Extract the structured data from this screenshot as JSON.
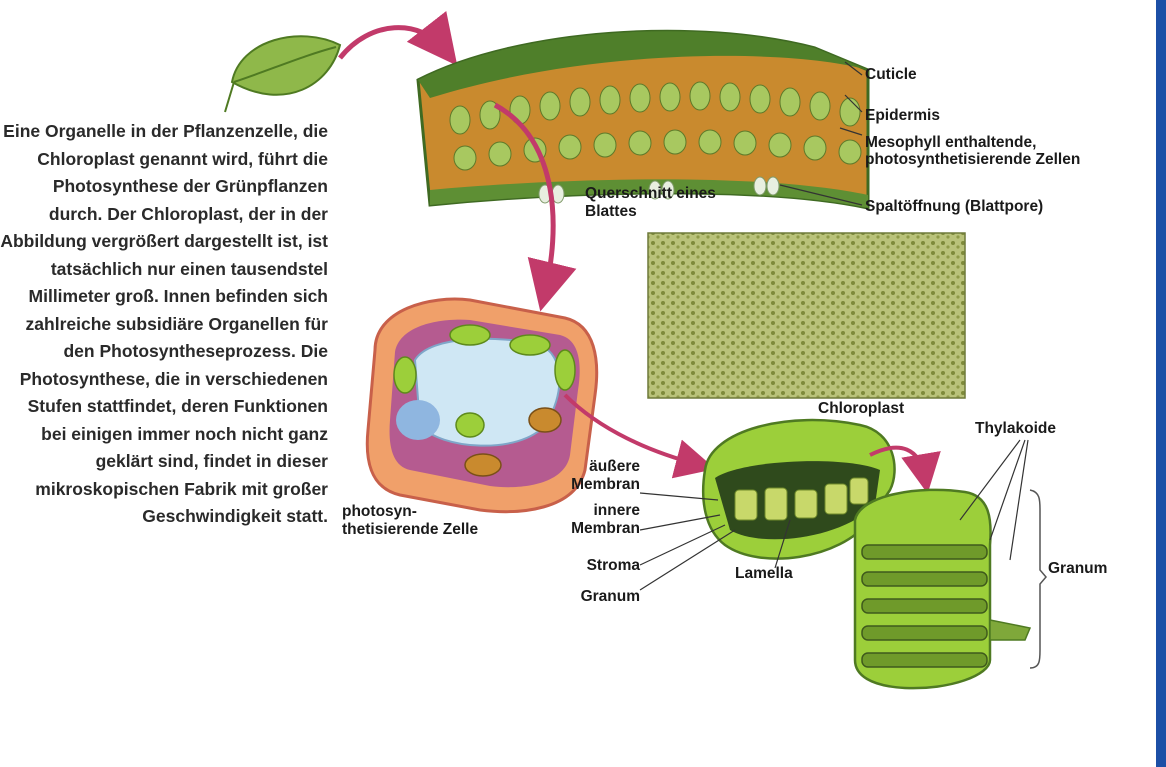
{
  "paragraph": "Eine Organelle in der Pflanzenzelle, die Chloroplast genannt wird, führt die Photosynthese der Grünpflanzen durch. Der Chloroplast, der in der Abbildung vergrößert dargestellt ist, ist tatsächlich nur einen tausendstel Millimeter groß. Innen befinden sich zahlreiche subsidiäre Organellen für den Photosyntheseprozess. Die Photosynthese, die in verschiedenen Stufen stattfindet, deren Funktionen bei einigen immer noch nicht ganz geklärt sind, findet in dieser mikroskopischen Fabrik mit großer Geschwindigkeit statt.",
  "labels": {
    "cuticle": "Cuticle",
    "epidermis": "Epidermis",
    "mesophyll_1": "Mesophyll enthaltende,",
    "mesophyll_2": "photosynthetisierende Zellen",
    "leaf_section_1": "Querschnitt eines",
    "leaf_section_2": "Blattes",
    "stomata": "Spaltöffnung  (Blattpore)",
    "chloroplast": "Chloroplast",
    "thylakoids": "Thylakoide",
    "outer_membrane_1": "äußere",
    "outer_membrane_2": "Membran",
    "inner_membrane_1": "innere",
    "inner_membrane_2": "Membran",
    "stroma": "Stroma",
    "granum_left": "Granum",
    "lamella": "Lamella",
    "granum_right": "Granum",
    "cell_1": "photosyn-",
    "cell_2": "thetisierende Zelle"
  },
  "colors": {
    "text": "#1a1a1a",
    "arrow": "#c23a6a",
    "leaf_green": "#7fa83a",
    "edge_blue": "#1c4fa6"
  }
}
